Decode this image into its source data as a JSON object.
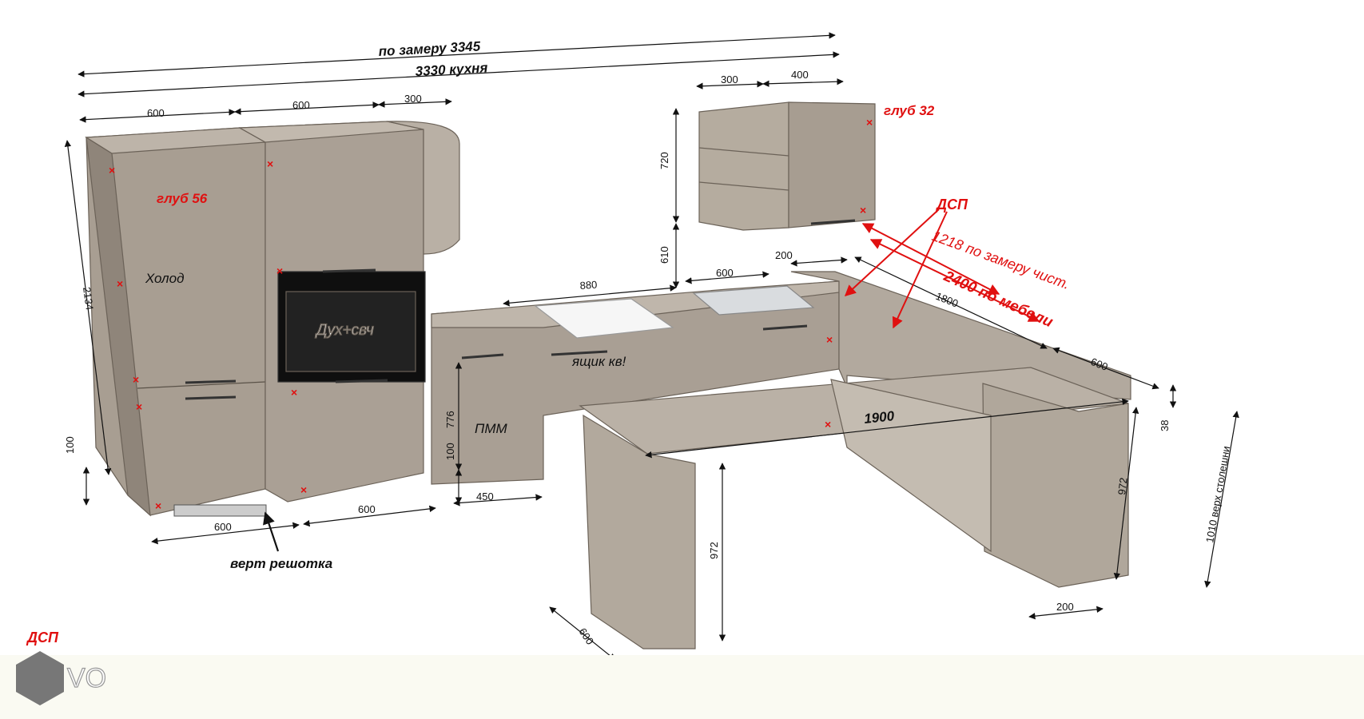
{
  "title_measure": "по замеру 3345",
  "kitchen_total": "3330 кухня",
  "top_dims": [
    "600",
    "600",
    "300"
  ],
  "upper_dims": [
    "300",
    "400"
  ],
  "depth_upper": "глуб 32",
  "depth_tall": "глуб 56",
  "material_callout": "ДСП",
  "measure_clean": "1218 по замеру чист.",
  "furniture_len": "2400 по мебели",
  "labels": {
    "fridge": "Холод",
    "oven": "Дух+свч",
    "drawer": "ящик кв!",
    "dishwasher": "ПММ",
    "grille": "верт решотка"
  },
  "dims": {
    "tall_height": "2134",
    "plinth": "100",
    "upper_height": "720",
    "gap": "610",
    "hob": "880",
    "sink": "600",
    "corner": "200",
    "side_1800": "1800",
    "side_600": "600",
    "island": "1900",
    "counter_thick": "38",
    "leg_972_a": "972",
    "leg_972_b": "972",
    "top_height": "1010 верх столешни",
    "bottom_600_a": "600",
    "bottom_600_b": "600",
    "bottom_450": "450",
    "pmm_height": "776",
    "pmm_plinth": "100",
    "leg_depth": "600",
    "leg_w_a": "200",
    "leg_w_b": "200"
  },
  "footer_material": "ДСП",
  "logo_text": "VO"
}
